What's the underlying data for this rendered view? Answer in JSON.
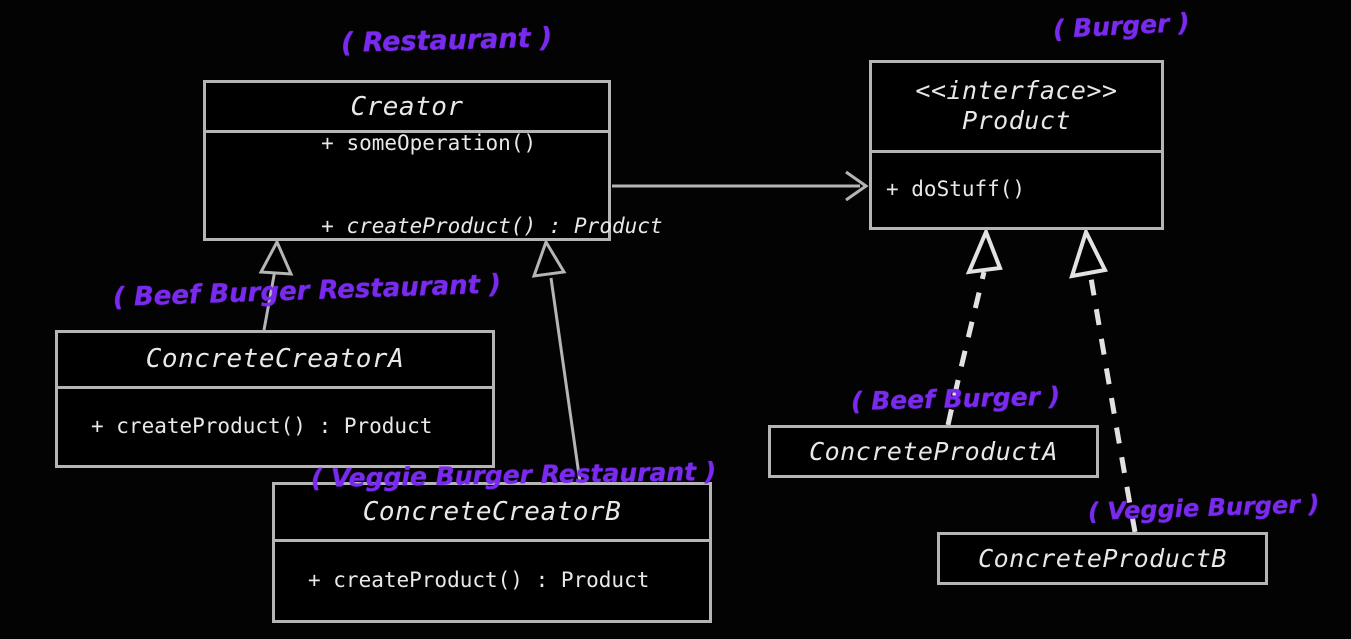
{
  "diagram": {
    "title": "Factory Method UML class diagram",
    "background_color": "#030303",
    "line_color": "#b5b5b5",
    "text_color": "#e8e8e8",
    "annotation_color": "#7a29ee"
  },
  "classes": {
    "creator": {
      "name": "Creator",
      "members": [
        "+ someOperation()",
        "+ createProduct() : Product"
      ],
      "member_plus_1": "+ ",
      "member_text_1": "someOperation()",
      "member_plus_2": "+ ",
      "member_text_2": "createProduct() : Product"
    },
    "product": {
      "stereotype": "<<interface>>",
      "name": "Product",
      "members": [
        "+ doStuff()"
      ],
      "member_text_1": "+ doStuff()"
    },
    "concrete_creator_a": {
      "name": "ConcreteCreatorA",
      "members": [
        "+ createProduct() : Product"
      ],
      "member_text_1": "+ createProduct() : Product"
    },
    "concrete_creator_b": {
      "name": "ConcreteCreatorB",
      "members": [
        "+ createProduct() : Product"
      ],
      "member_text_1": "+ createProduct() : Product"
    },
    "concrete_product_a": {
      "name": "ConcreteProductA",
      "members": []
    },
    "concrete_product_b": {
      "name": "ConcreteProductB",
      "members": []
    }
  },
  "annotations": {
    "creator": "( Restaurant )",
    "product": "( Burger )",
    "concrete_creator_a": "( Beef Burger Restaurant )",
    "concrete_creator_b": "( Veggie Burger Restaurant )",
    "concrete_product_a": "( Beef Burger )",
    "concrete_product_b": "( Veggie Burger )"
  },
  "relationships": [
    {
      "from": "Creator",
      "to": "Product",
      "type": "association",
      "style": "solid",
      "arrowhead": "open"
    },
    {
      "from": "ConcreteCreatorA",
      "to": "Creator",
      "type": "generalization",
      "style": "solid",
      "arrowhead": "hollow-triangle"
    },
    {
      "from": "ConcreteCreatorB",
      "to": "Creator",
      "type": "generalization",
      "style": "solid",
      "arrowhead": "hollow-triangle"
    },
    {
      "from": "ConcreteProductA",
      "to": "Product",
      "type": "realization",
      "style": "dashed",
      "arrowhead": "hollow-triangle"
    },
    {
      "from": "ConcreteProductB",
      "to": "Product",
      "type": "realization",
      "style": "dashed",
      "arrowhead": "hollow-triangle"
    }
  ]
}
